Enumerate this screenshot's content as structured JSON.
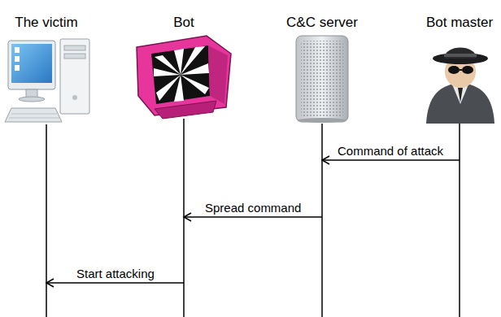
{
  "diagram": {
    "nodes": [
      {
        "text": [
          "The victim"
        ]
      },
      {
        "text": [
          "Bot"
        ]
      },
      {
        "text": [
          "C&C server"
        ]
      },
      {
        "text": [
          "Bot master"
        ]
      }
    ],
    "edges": [
      {
        "from": 3,
        "to": 2,
        "arrow": "to",
        "label": "Command of attack"
      },
      {
        "from": 2,
        "to": 1,
        "arrow": "to",
        "label": "Spread command"
      },
      {
        "from": 1,
        "to": 0,
        "arrow": "to",
        "label": "Start attacking"
      }
    ]
  }
}
